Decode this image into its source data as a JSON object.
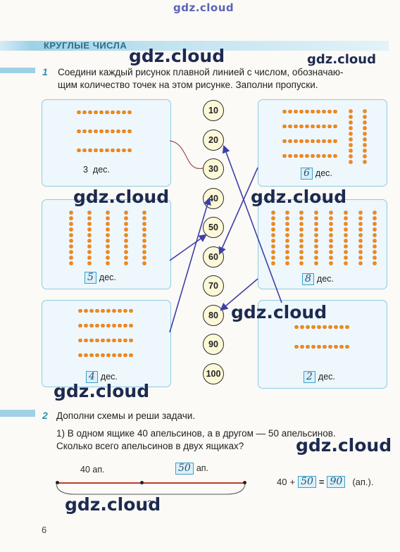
{
  "watermarks": {
    "top": "gdz.cloud",
    "w1": "gdz.cloud",
    "w2": "gdz.cloud",
    "w3": "gdz.cloud",
    "w4": "gdz.cloud",
    "w5": "gdz.cloud",
    "w6": "gdz.cloud",
    "w7": "gdz.cloud",
    "w8": "gdz.cloud"
  },
  "section_title": "КРУГЛЫЕ ЧИСЛА",
  "task1": {
    "number": "1",
    "text_line1": "Соедини каждый рисунок плавной линией с числом, обозначаю-",
    "text_line2": "щим количество точек на этом рисунке. Заполни пропуски."
  },
  "cards": {
    "left1": {
      "value": "3",
      "unit": "дес."
    },
    "left2": {
      "value": "5",
      "unit": "дес."
    },
    "left3": {
      "value": "4",
      "unit": "дес."
    },
    "right1": {
      "value": "6",
      "unit": "дес."
    },
    "right2": {
      "value": "8",
      "unit": "дес."
    },
    "right3": {
      "value": "2",
      "unit": "дес."
    }
  },
  "numbers": [
    "10",
    "20",
    "30",
    "40",
    "50",
    "60",
    "70",
    "80",
    "90",
    "100"
  ],
  "task2": {
    "number": "2",
    "intro": "Дополни схемы и реши задачи.",
    "sub1_line1": "1) В одном ящике 40 апельсинов, а в другом — 50 апельсинов.",
    "sub1_line2": "Сколько всего апельсинов в двух ящиках?"
  },
  "scheme": {
    "left_label": "40 ап.",
    "right_value": "50",
    "right_unit": "ап.",
    "question": "?"
  },
  "equation": {
    "a": "40",
    "plus": "+",
    "b": "50",
    "eq": "=",
    "result": "90",
    "unit": "(ап.)."
  },
  "page_number": "6",
  "colors": {
    "arrow": "#3f3fa8",
    "card_border": "#8ecbe2",
    "dot": "#f28a12"
  }
}
